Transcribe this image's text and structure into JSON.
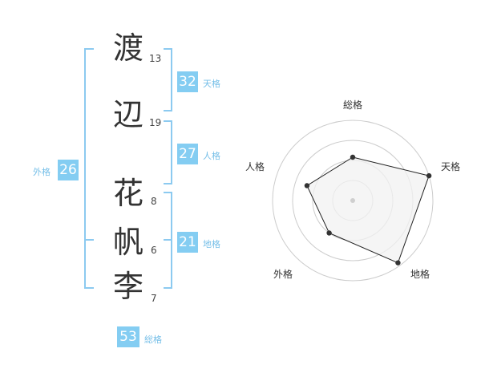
{
  "name": {
    "characters": [
      {
        "char": "渡",
        "strokes": "13"
      },
      {
        "char": "辺",
        "strokes": "19"
      },
      {
        "char": "花",
        "strokes": "8"
      },
      {
        "char": "帆",
        "strokes": "6"
      },
      {
        "char": "李",
        "strokes": "7"
      }
    ]
  },
  "fortunes": {
    "tenkaku": {
      "value": "32",
      "label": "天格"
    },
    "jinkaku": {
      "value": "27",
      "label": "人格"
    },
    "chikaku": {
      "value": "21",
      "label": "地格"
    },
    "gaikaku": {
      "value": "26",
      "label": "外格"
    },
    "soukaku": {
      "value": "53",
      "label": "総格"
    }
  },
  "chart_data": {
    "type": "radar",
    "axes": [
      "総格",
      "天格",
      "地格",
      "外格",
      "人格"
    ],
    "values": [
      0.54,
      1.0,
      0.96,
      0.5,
      0.6
    ],
    "rings": 4,
    "range": [
      0,
      1
    ]
  },
  "colors": {
    "accent": "#84cdf2",
    "bracket": "#8ccaf0",
    "label": "#76bfe8"
  }
}
